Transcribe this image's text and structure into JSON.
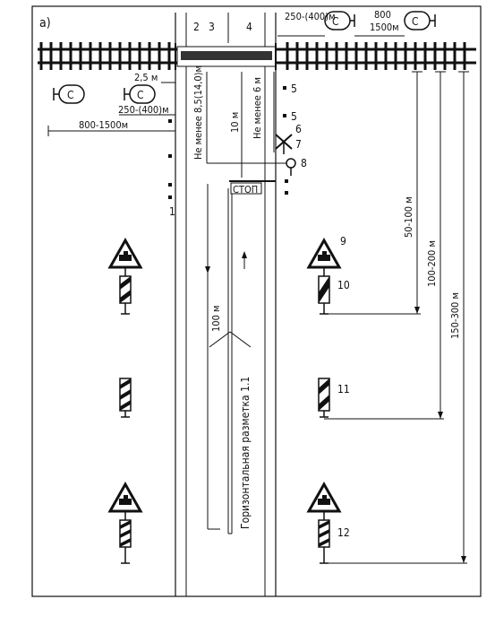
{
  "figure": {
    "panel_label": "а)",
    "stop_word": "СТОП",
    "marking_label": "Горизонтальная разметка 1.1",
    "element_numbers": [
      "1",
      "2",
      "3",
      "4",
      "5",
      "5",
      "6",
      "7",
      "8",
      "9",
      "10",
      "11",
      "12"
    ],
    "dimensions": {
      "signal_top_right_near": "250-(400)м",
      "signal_top_right_far_a": "800",
      "signal_top_right_far_b": "1500м",
      "dist_2_5": "2,5 м",
      "signal_left_near": "250-(400)м",
      "signal_left_far": "800-1500м",
      "min_8_5": "Не менее 8,5(14,0)м",
      "dist_10": "10 м",
      "min_6": "Не менее 6 м",
      "dist_100": "100 м",
      "dist_50_100": "50-100 м",
      "dist_100_200": "100-200 м",
      "dist_150_300": "150-300 м"
    },
    "icons": [
      "railway-signal-icon",
      "crossing-barrier-icon",
      "st-andrews-cross-icon",
      "warning-triangle-train-icon",
      "striped-post-icon"
    ]
  }
}
